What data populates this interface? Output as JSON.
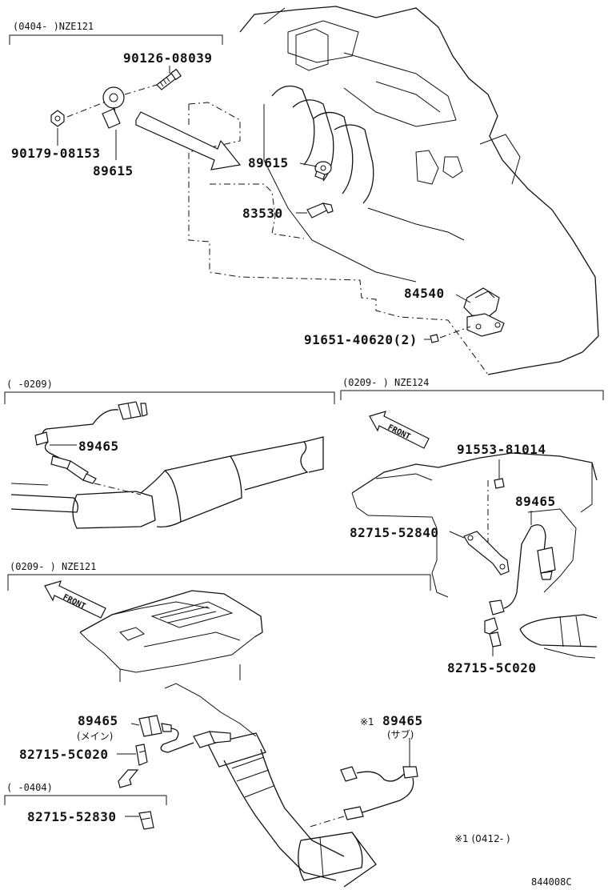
{
  "sections": {
    "top": "(0404-    )NZE121",
    "mid_left": "(    -0209)",
    "mid_right": "(0209-    ) NZE124",
    "bottom_left": "(0209-    ) NZE121",
    "bottom_small": "(    -0404)"
  },
  "labels": {
    "p90126_08039": "90126-08039",
    "p90179_08153": "90179-08153",
    "p89615_a": "89615",
    "p89615_b": "89615",
    "p83530": "83530",
    "p84540": "84540",
    "p91651_40620": "91651-40620(2)",
    "p89465_a": "89465",
    "p91553_81014": "91553-81014",
    "p89465_b": "89465",
    "p82715_52840": "82715-52840",
    "p82715_5C020_a": "82715-5C020",
    "p89465_c": "89465",
    "main_jp": "(メイン)",
    "p82715_5C020_b": "82715-5C020",
    "p89465_d": "89465",
    "sub_jp": "(サブ)",
    "sub_mark": "※1",
    "p82715_52830": "82715-52830"
  },
  "front_labels": [
    "FRONT",
    "FRONT"
  ],
  "footnote": "※1 (0412-    )",
  "diagram_code": "844008C"
}
